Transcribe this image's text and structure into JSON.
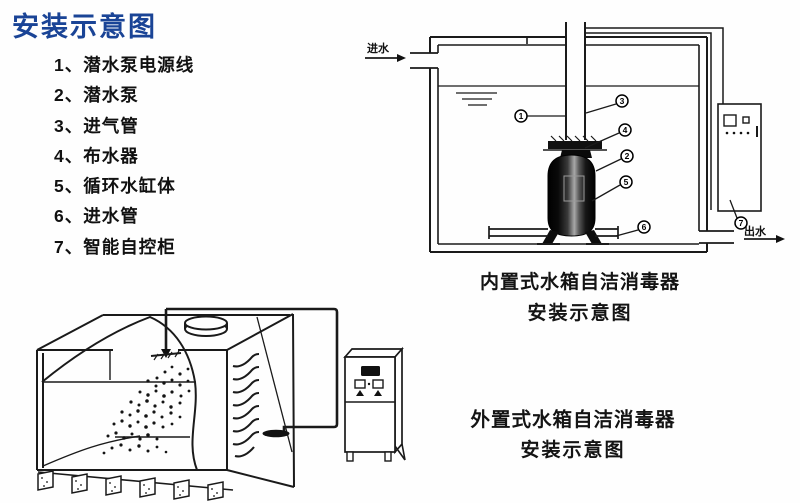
{
  "page": {
    "background": "#fefefe",
    "accent_blue": "#1a4496",
    "line_color": "#1a1a1a"
  },
  "legend": {
    "title": "安装示意图",
    "items": [
      "1、潜水泵电源线",
      "2、潜水泵",
      "3、进气管",
      "4、布水器",
      "5、循环水缸体",
      "6、进水管",
      "7、智能自控柜"
    ]
  },
  "diagram_internal": {
    "caption_line1": "内置式水箱自洁消毒器",
    "caption_line2": "安装示意图",
    "inlet_label": "进水",
    "outlet_label": "出水",
    "callouts": [
      "1",
      "3",
      "4",
      "2",
      "5",
      "6",
      "7"
    ]
  },
  "diagram_external": {
    "caption_line1": "外置式水箱自洁消毒器",
    "caption_line2": "安装示意图"
  }
}
